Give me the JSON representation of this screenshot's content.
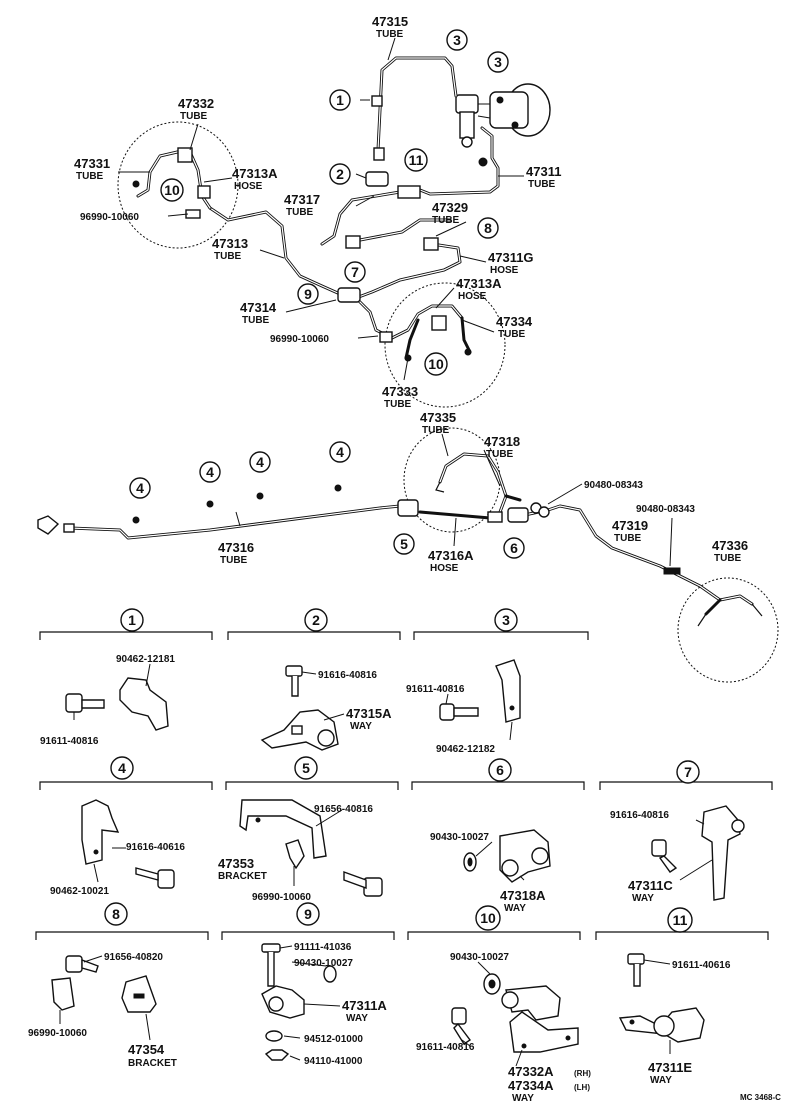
{
  "diagram": {
    "callouts": [
      {
        "pn": "47315",
        "sub": "TUBE"
      },
      {
        "pn": "47332",
        "sub": "TUBE"
      },
      {
        "pn": "47331",
        "sub": "TUBE"
      },
      {
        "pn": "47313A",
        "sub": "HOSE"
      },
      {
        "pn": "96990-10060",
        "sub": ""
      },
      {
        "pn": "47313",
        "sub": "TUBE"
      },
      {
        "pn": "47317",
        "sub": "TUBE"
      },
      {
        "pn": "47311",
        "sub": "TUBE"
      },
      {
        "pn": "47329",
        "sub": "TUBE"
      },
      {
        "pn": "47311G",
        "sub": "HOSE"
      },
      {
        "pn": "47314",
        "sub": "TUBE"
      },
      {
        "pn": "96990-10060",
        "sub": ""
      },
      {
        "pn": "47313A",
        "sub": "HOSE"
      },
      {
        "pn": "47334",
        "sub": "TUBE"
      },
      {
        "pn": "47333",
        "sub": "TUBE"
      },
      {
        "pn": "47335",
        "sub": "TUBE"
      },
      {
        "pn": "47318",
        "sub": "TUBE"
      },
      {
        "pn": "90480-08343",
        "sub": ""
      },
      {
        "pn": "90480-08343",
        "sub": ""
      },
      {
        "pn": "47319",
        "sub": "TUBE"
      },
      {
        "pn": "47336",
        "sub": "TUBE"
      },
      {
        "pn": "47316",
        "sub": "TUBE"
      },
      {
        "pn": "47316A",
        "sub": "HOSE"
      }
    ],
    "markers": [
      "1",
      "2",
      "3",
      "3",
      "11",
      "10",
      "8",
      "7",
      "9",
      "10",
      "4",
      "4",
      "4",
      "4",
      "5",
      "6"
    ]
  },
  "details": [
    {
      "num": "1",
      "labels": [
        {
          "pn": "90462-12181",
          "sub": ""
        },
        {
          "pn": "91611-40816",
          "sub": ""
        }
      ]
    },
    {
      "num": "2",
      "labels": [
        {
          "pn": "91616-40816",
          "sub": ""
        },
        {
          "pn": "47315A",
          "sub": "WAY"
        }
      ]
    },
    {
      "num": "3",
      "labels": [
        {
          "pn": "91611-40816",
          "sub": ""
        },
        {
          "pn": "90462-12182",
          "sub": ""
        }
      ]
    },
    {
      "num": "4",
      "labels": [
        {
          "pn": "91616-40616",
          "sub": ""
        },
        {
          "pn": "90462-10021",
          "sub": ""
        }
      ]
    },
    {
      "num": "5",
      "labels": [
        {
          "pn": "91656-40816",
          "sub": ""
        },
        {
          "pn": "47353",
          "sub": "BRACKET"
        },
        {
          "pn": "96990-10060",
          "sub": ""
        }
      ]
    },
    {
      "num": "6",
      "labels": [
        {
          "pn": "90430-10027",
          "sub": ""
        },
        {
          "pn": "47318A",
          "sub": "WAY"
        }
      ]
    },
    {
      "num": "7",
      "labels": [
        {
          "pn": "91616-40816",
          "sub": ""
        },
        {
          "pn": "47311C",
          "sub": "WAY"
        }
      ]
    },
    {
      "num": "8",
      "labels": [
        {
          "pn": "91656-40820",
          "sub": ""
        },
        {
          "pn": "96990-10060",
          "sub": ""
        },
        {
          "pn": "47354",
          "sub": "BRACKET"
        }
      ]
    },
    {
      "num": "9",
      "labels": [
        {
          "pn": "91111-41036",
          "sub": ""
        },
        {
          "pn": "90430-10027",
          "sub": ""
        },
        {
          "pn": "47311A",
          "sub": "WAY"
        },
        {
          "pn": "94512-01000",
          "sub": ""
        },
        {
          "pn": "94110-41000",
          "sub": ""
        }
      ]
    },
    {
      "num": "10",
      "labels": [
        {
          "pn": "90430-10027",
          "sub": ""
        },
        {
          "pn": "91611-40816",
          "sub": ""
        },
        {
          "pn": "47332A",
          "sub": "(RH)"
        },
        {
          "pn": "47334A",
          "sub": "(LH)"
        },
        {
          "pn": "",
          "sub": "WAY"
        }
      ]
    },
    {
      "num": "11",
      "labels": [
        {
          "pn": "91611-40616",
          "sub": ""
        },
        {
          "pn": "47311E",
          "sub": "WAY"
        }
      ]
    }
  ],
  "footer": {
    "code": "MC 3468-C"
  }
}
